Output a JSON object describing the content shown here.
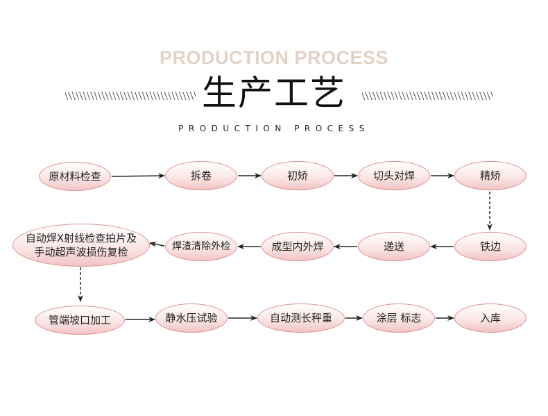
{
  "header": {
    "en_title": "PRODUCTION  PROCESS",
    "cn_title": "生产工艺",
    "en_subtitle": "PRODUCTION PROCESS"
  },
  "steps": [
    {
      "label": "原材料检查"
    },
    {
      "label": "拆卷"
    },
    {
      "label": "初矫"
    },
    {
      "label": "切头对焊"
    },
    {
      "label": "精矫"
    },
    {
      "label": "铁边"
    },
    {
      "label": "递送"
    },
    {
      "label": "成型内外焊"
    },
    {
      "label": "焊渣清除外检"
    },
    {
      "label": "自动焊X射线检查拍片及手动超声波损伤复检"
    },
    {
      "label": "管端坡口加工"
    },
    {
      "label": "静水压试验"
    },
    {
      "label": "自动测长秤重"
    },
    {
      "label": "涂层 标志"
    },
    {
      "label": "入库"
    }
  ],
  "colors": {
    "node_border": "#dc8f8f",
    "node_fill_bottom": "#f3c4c4",
    "en_title": "#e3d2c6"
  }
}
